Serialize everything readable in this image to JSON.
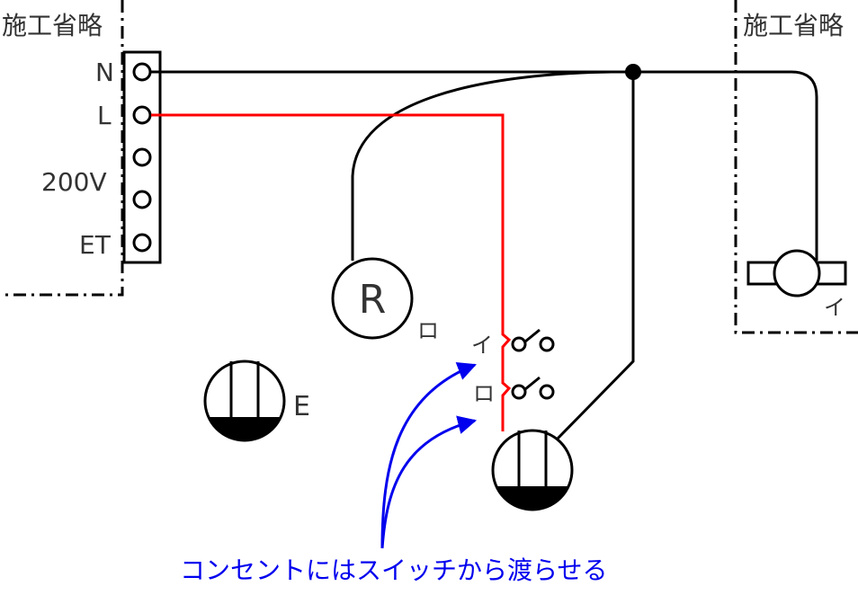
{
  "labels": {
    "omitted_left": "施工省略",
    "omitted_right": "施工省略",
    "terminal_n": "N",
    "terminal_l": "L",
    "terminal_200v": "200V",
    "terminal_et": "ET",
    "lamp_r_symbol": "R",
    "lamp_r_tag": "ロ",
    "ceiling_light_tag": "イ",
    "switch_i_tag": "イ",
    "switch_ro_tag": "ロ",
    "outlet_e_tag": "E",
    "note": "コンセントにはスイッチから渡らせる"
  },
  "colors": {
    "neutral_wire": "#000000",
    "live_wire": "#ff0000",
    "annotation": "#0000ee",
    "text": "#333333"
  }
}
